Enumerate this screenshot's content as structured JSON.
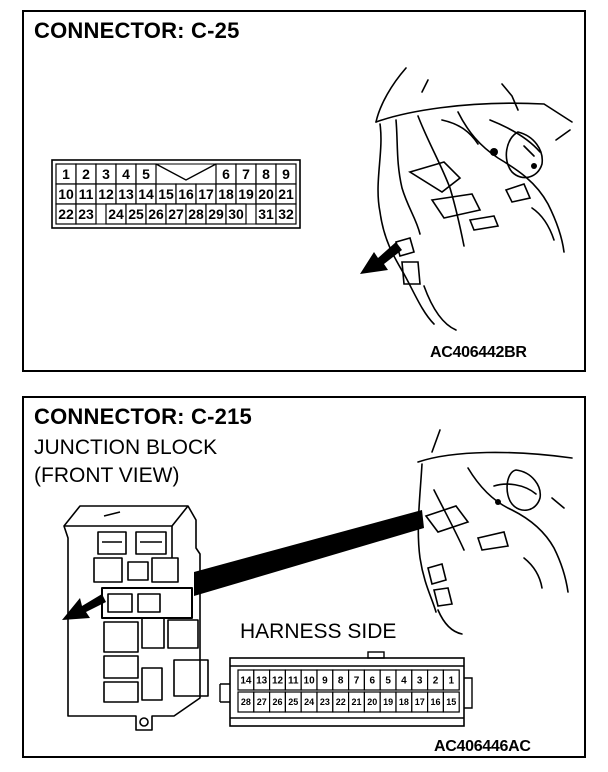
{
  "panel1": {
    "title": "CONNECTOR: C-25",
    "figure_code": "AC406442BR",
    "pins_row1": [
      "1",
      "2",
      "3",
      "4",
      "5",
      "6",
      "7",
      "8",
      "9"
    ],
    "pins_row2": [
      "10",
      "11",
      "12",
      "13",
      "14",
      "15",
      "16",
      "17",
      "18",
      "19",
      "20",
      "21"
    ],
    "pins_row3": [
      "22",
      "23",
      "24",
      "25",
      "26",
      "27",
      "28",
      "29",
      "30",
      "31",
      "32"
    ]
  },
  "panel2": {
    "title": "CONNECTOR: C-215",
    "subtitle_line1": "JUNCTION BLOCK",
    "subtitle_line2": "(FRONT VIEW)",
    "harness_label": "HARNESS SIDE",
    "figure_code": "AC406446AC",
    "pins_row1": [
      "14",
      "13",
      "12",
      "11",
      "10",
      "9",
      "8",
      "7",
      "6",
      "5",
      "4",
      "3",
      "2",
      "1"
    ],
    "pins_row2": [
      "28",
      "27",
      "26",
      "25",
      "24",
      "23",
      "22",
      "21",
      "20",
      "19",
      "18",
      "17",
      "16",
      "15"
    ]
  }
}
